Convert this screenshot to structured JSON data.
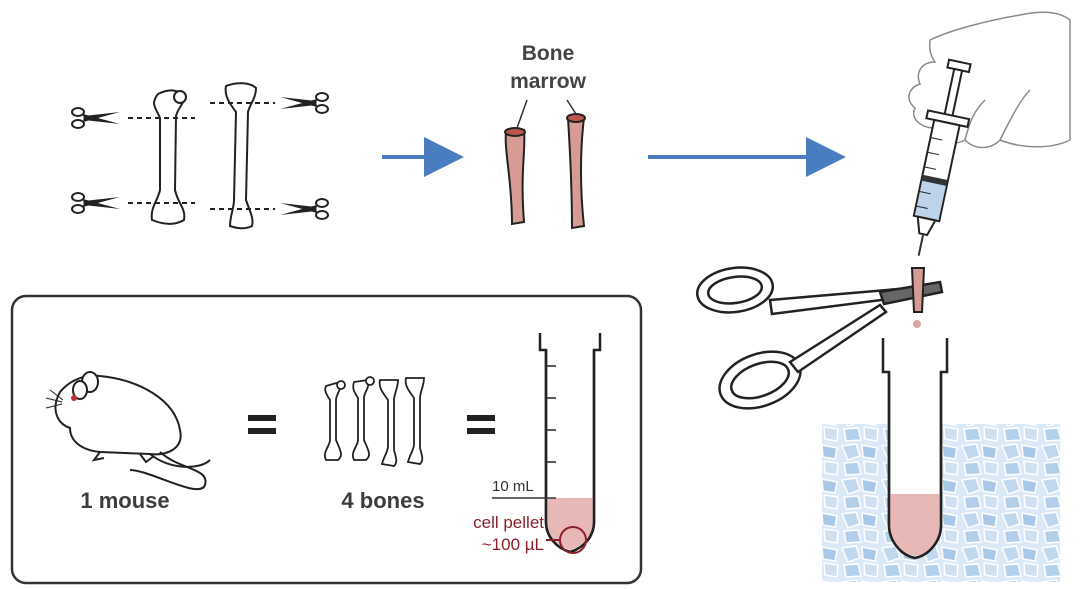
{
  "labels": {
    "bone_marrow_line1": "Bone",
    "bone_marrow_line2": "marrow",
    "mouse": "1 mouse",
    "bones": "4 bones",
    "volume_mark": "10 mL",
    "pellet_line1": "cell pellet",
    "pellet_line2": "~100 µL"
  },
  "colors": {
    "arrow": "#4a7cc0",
    "marrow": "#c98b86",
    "pellet_fill": "#e8b8b6",
    "pellet_text": "#8b1f2a",
    "ice": "#b9d2ea",
    "outline": "#222222"
  }
}
